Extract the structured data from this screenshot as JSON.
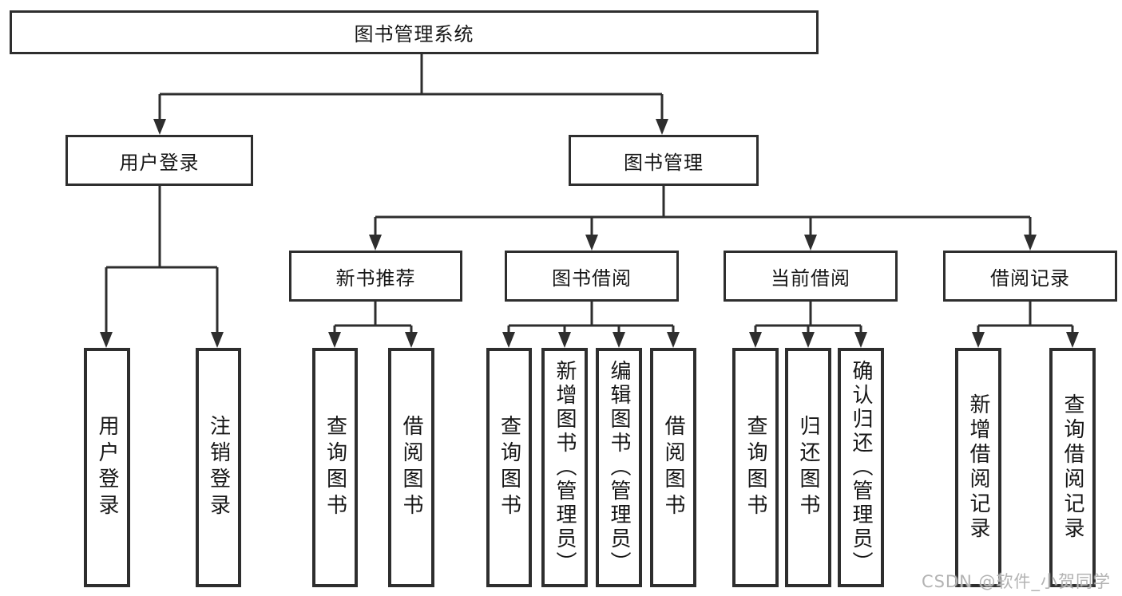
{
  "tree": {
    "root": {
      "label": "图书管理系统"
    },
    "level2": [
      {
        "label": "用户登录"
      },
      {
        "label": "图书管理"
      }
    ],
    "level3": [
      {
        "label": "新书推荐"
      },
      {
        "label": "图书借阅"
      },
      {
        "label": "当前借阅"
      },
      {
        "label": "借阅记录"
      }
    ],
    "leaves": {
      "user_login": [
        {
          "label": "用户登录"
        },
        {
          "label": "注销登录"
        }
      ],
      "new_book_recommend": [
        {
          "label": "查询图书"
        },
        {
          "label": "借阅图书"
        }
      ],
      "book_borrowing": [
        {
          "label": "查询图书"
        },
        {
          "label": "新增图书（管理员）"
        },
        {
          "label": "编辑图书（管理员）"
        },
        {
          "label": "借阅图书"
        }
      ],
      "current_borrowing": [
        {
          "label": "查询图书"
        },
        {
          "label": "归还图书"
        },
        {
          "label": "确认归还（管理员）"
        }
      ],
      "borrowing_records": [
        {
          "label": "新增借阅记录"
        },
        {
          "label": "查询借阅记录"
        }
      ]
    }
  },
  "watermark": {
    "text": "CSDN @软件_小贺同学"
  },
  "colors": {
    "line": "#2e2e2e",
    "box_border": "#2e2e2e",
    "text": "#161616",
    "background": "#ffffff",
    "watermark": "#b3b3b3"
  }
}
